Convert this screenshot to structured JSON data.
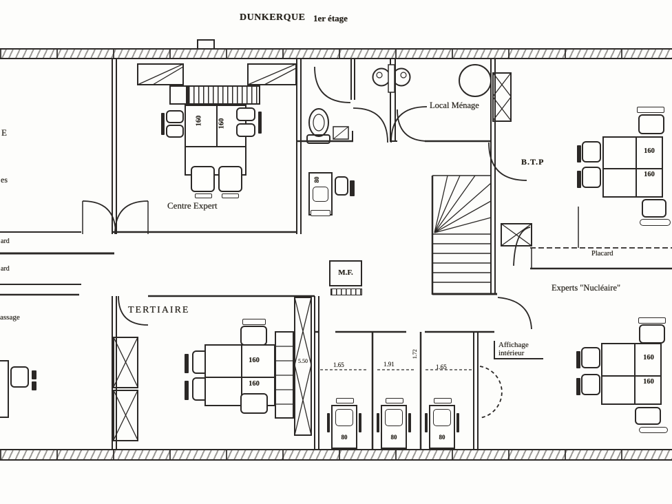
{
  "title": {
    "site": "DUNKERQUE",
    "floor": "1er étage"
  },
  "room_labels": {
    "centre_expert": "Centre Expert",
    "tertiaire": "TERTIAIRE",
    "local_menage": "Local Ménage",
    "btp": "B.T.P",
    "placard": "Placard",
    "experts_nucleaire": "Experts \"Nucléaire\"",
    "mf": "M.F.",
    "affichage_line1": "Affichage",
    "affichage_line2": "intérieur"
  },
  "edge_labels": {
    "top_left_room": "E",
    "mid_left_room": "es",
    "closet_1": "ard",
    "closet_2": "ard",
    "passage": "assage"
  },
  "desk_labels": {
    "large": "160",
    "small": "80"
  },
  "dimensions": {
    "bottom_room_1": "1.65",
    "bottom_room_2": "1.91",
    "bottom_room_3": "1.65",
    "door_width": "1.72",
    "depth": "5.50"
  },
  "ink_color": "#2b2826"
}
